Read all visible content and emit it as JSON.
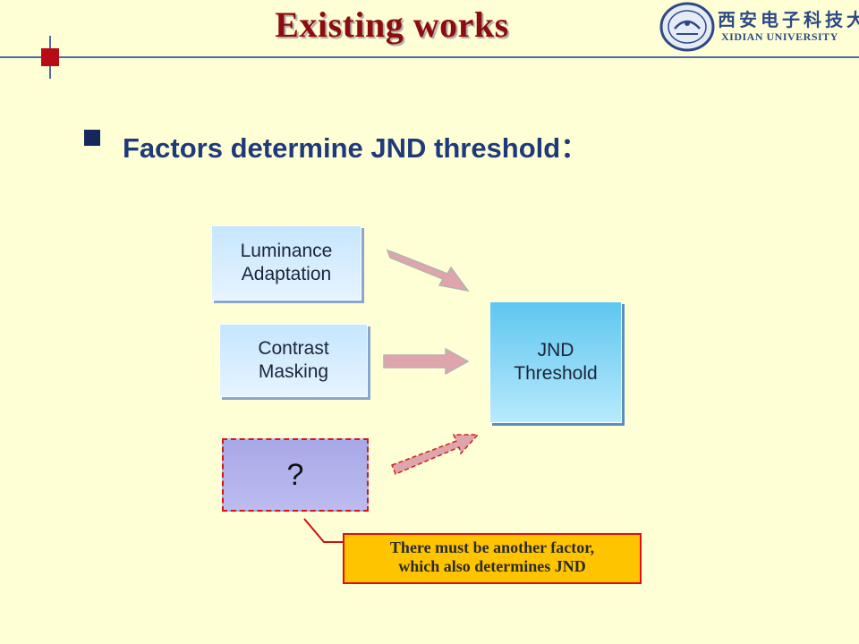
{
  "header": {
    "title": "Existing works",
    "university_cn": "西安电子科技大学",
    "university_en": "XIDIAN UNIVERSITY"
  },
  "bullet": {
    "text": "Factors determine JND threshold："
  },
  "diagram": {
    "luminance": "Luminance\nAdaptation",
    "contrast": "Contrast\nMasking",
    "unknown": "?",
    "jnd": "JND\nThreshold"
  },
  "callout": {
    "line1": "There must be another factor,",
    "line2": "which also determines JND"
  },
  "colors": {
    "title": "#8b0d0d",
    "accent_line": "#4a6aa8",
    "arrow": "#e0a4ac",
    "callout_fill": "#ffc400",
    "callout_border": "#e01010"
  }
}
